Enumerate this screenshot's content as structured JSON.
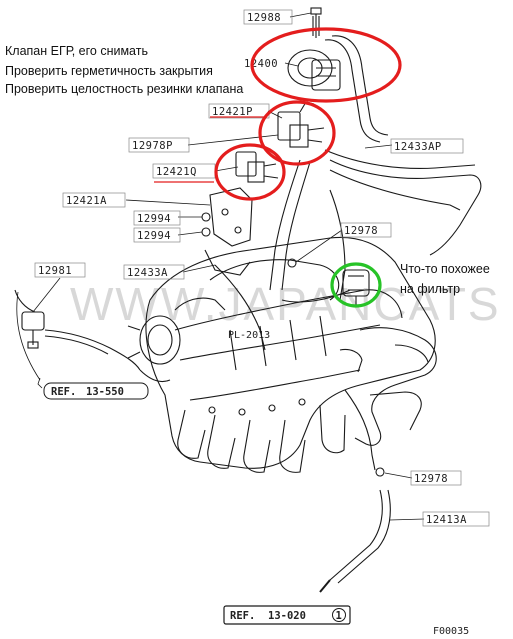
{
  "watermark": "WWW.JAPANCATS",
  "watermark_small": "PL-2013",
  "figure_id": "F00035",
  "annotations": {
    "egr_line1": "Клапан ЕГР, его снимать",
    "egr_line2": "Проверить герметичность закрытия",
    "egr_line3": "Проверить целостность резинки клапана",
    "filter_line1": "Что-то похожее",
    "filter_line2": "на фильтр"
  },
  "part_labels": {
    "p12988": "12988",
    "p12400": "12400",
    "p12421p": "12421P",
    "p12978p": "12978P",
    "p12421q": "12421Q",
    "p12433ap": "12433AP",
    "p12421a": "12421A",
    "p12994a": "12994",
    "p12994b": "12994",
    "p12978a": "12978",
    "p12981": "12981",
    "p12433a": "12433A",
    "p12978b": "12978",
    "p12413a": "12413A"
  },
  "refs": {
    "ref_left_prefix": "REF.",
    "ref_left_num": "13-550",
    "ref_bottom_prefix": "REF.",
    "ref_bottom_num": "13-020",
    "ref_bottom_circle": "1"
  },
  "colors": {
    "highlight_red": "#e41d1d",
    "highlight_green": "#27c327",
    "line": "#1a1a1a"
  }
}
